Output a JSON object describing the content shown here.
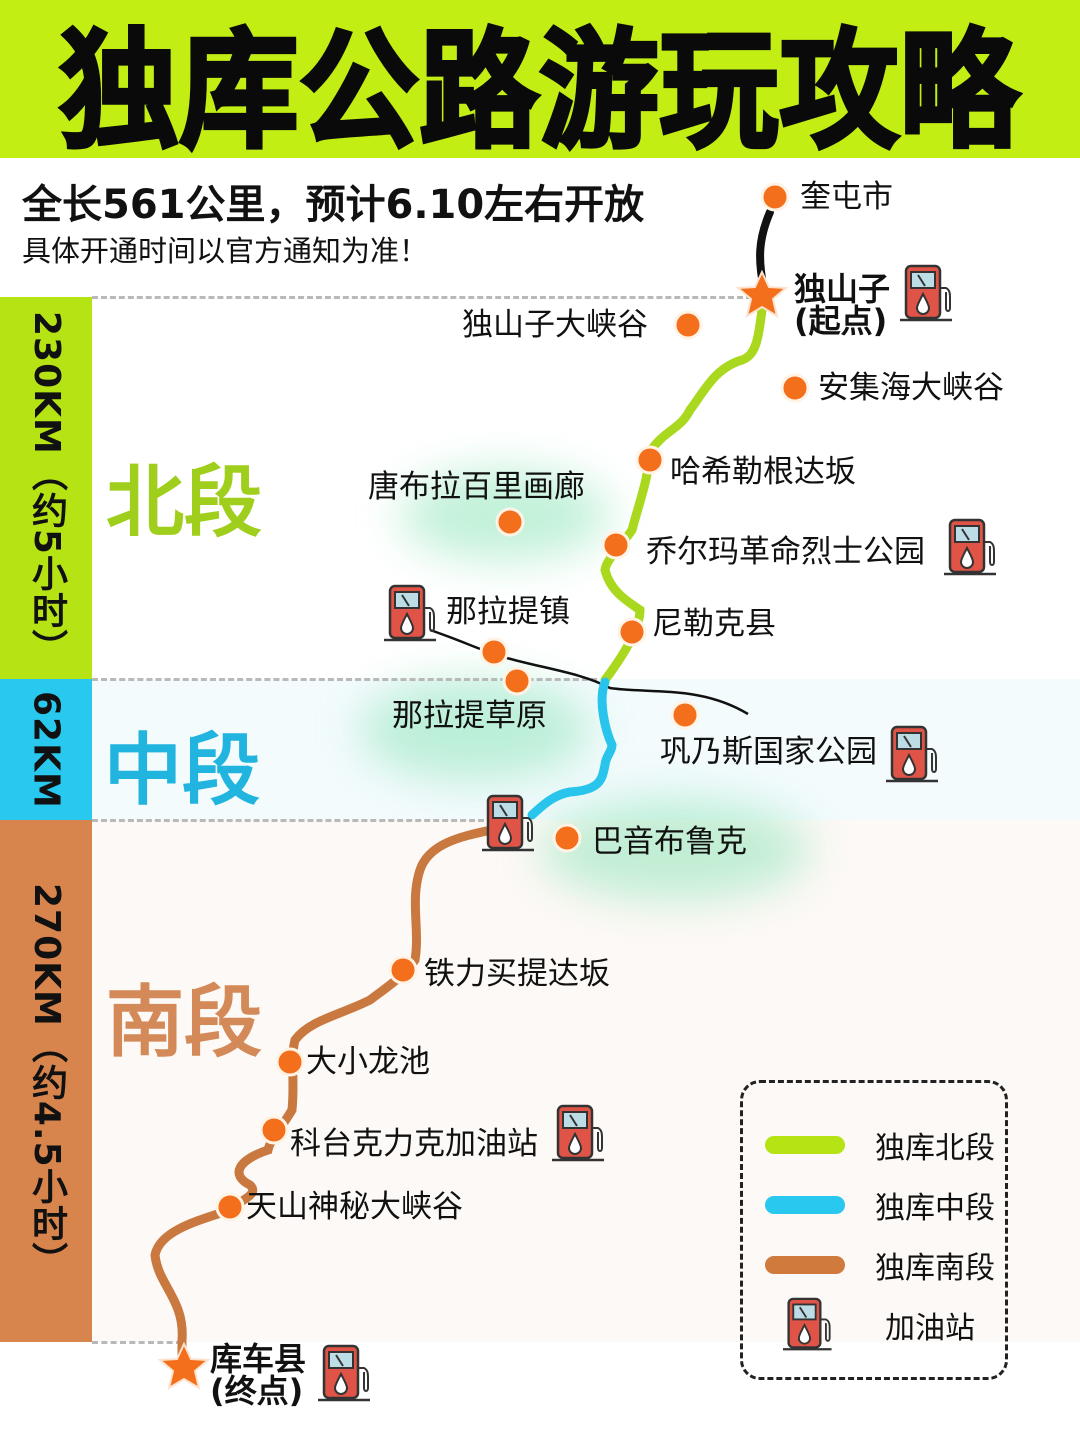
{
  "header": {
    "title": "独库公路游玩攻略"
  },
  "summary": {
    "headline": "全长561公里，预计6.10左右开放",
    "note": "具体开通时间以官方通知为准！"
  },
  "colors": {
    "header_bg": "#c2ee14",
    "north": "#a9d81e",
    "mid": "#29c4ec",
    "south": "#c9783f",
    "poi": "#f36f1c",
    "connector": "#111111"
  },
  "segments": {
    "north": {
      "label": "北段",
      "sidebar": "230KM（约5小时）"
    },
    "mid": {
      "label": "中段",
      "sidebar": "62KM"
    },
    "south": {
      "label": "南段",
      "sidebar": "270KM（约4.5小时）"
    }
  },
  "places": {
    "kuitun": "奎屯市",
    "dushanzi": "独山子",
    "dushanzi_note": "(起点)",
    "dushanzi_canyon": "独山子大峡谷",
    "anjihai": "安集海大峡谷",
    "haxilegen": "哈希勒根达坂",
    "tangbula": "唐布拉百里画廊",
    "qiaoerma": "乔尔玛革命烈士公园",
    "nalati_town": "那拉提镇",
    "nileke": "尼勒克县",
    "nalati_grassland": "那拉提草原",
    "gongnaisi": "巩乃斯国家公园",
    "bayinbuluke": "巴音布鲁克",
    "tielimaiti": "铁力买提达坂",
    "daxiaolongchi": "大小龙池",
    "ketaike": "科台克力克加油站",
    "tianshan_canyon": "天山神秘大峡谷",
    "kuche": "库车县",
    "kuche_note": "(终点)"
  },
  "legend": {
    "items": [
      {
        "label": "独库北段",
        "icon": "north-line-swatch"
      },
      {
        "label": "独库中段",
        "icon": "mid-line-swatch"
      },
      {
        "label": "独库南段",
        "icon": "south-line-swatch"
      },
      {
        "label": "加油站",
        "icon": "gas-pump-icon"
      }
    ]
  }
}
